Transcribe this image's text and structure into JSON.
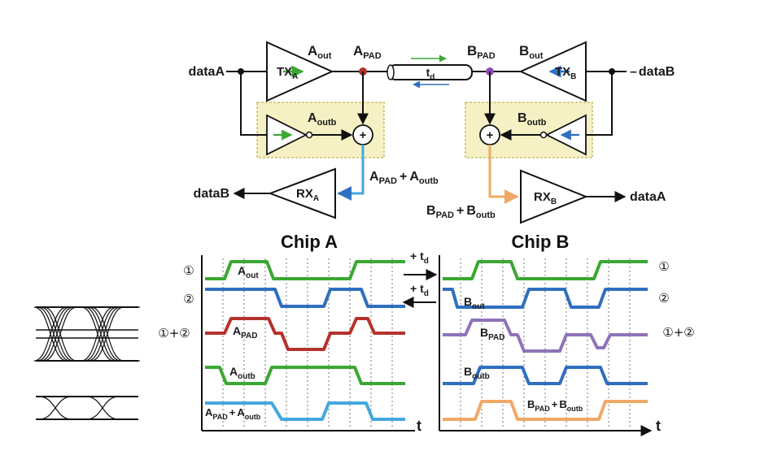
{
  "diagram": {
    "chipA": {
      "label": "Chip A",
      "dataA": "dataA",
      "dataB_out": "dataB",
      "tx": "TX",
      "tx_sub": "A",
      "rx": "RX",
      "rx_sub": "A",
      "aout_main": "A",
      "aout_sub": "out",
      "apad_main": "A",
      "apad_sub": "PAD",
      "aoutb_main": "A",
      "aoutb_sub": "outb",
      "sum_main1": "A",
      "sum_sub1": "PAD",
      "sum_plus": "+",
      "sum_main2": "A",
      "sum_sub2": "outb"
    },
    "chipB": {
      "label": "Chip B",
      "dataB": "dataB",
      "dataA_out": "dataA",
      "tx": "TX",
      "tx_sub": "B",
      "rx": "RX",
      "rx_sub": "B",
      "bout_main": "B",
      "bout_sub": "out",
      "bpad_main": "B",
      "bpad_sub": "PAD",
      "boutb_main": "B",
      "boutb_sub": "outb",
      "sum_main1": "B",
      "sum_sub1": "PAD",
      "sum_plus": "+",
      "sum_main2": "B",
      "sum_sub2": "outb"
    },
    "line": {
      "main": "t",
      "sub": "d"
    },
    "adder_symbol": "+"
  },
  "timing": {
    "rows": [
      {
        "marker": "①",
        "left_main": "A",
        "left_sub": "out",
        "right_main": "",
        "right_sub": "",
        "color": "#3aa832"
      },
      {
        "marker": "②",
        "left_main": "",
        "left_sub": "",
        "right_main": "B",
        "right_sub": "out",
        "color": "#2f6fc0"
      },
      {
        "marker": "①+②",
        "left_main": "A",
        "left_sub": "PAD",
        "right_main": "B",
        "right_sub": "PAD",
        "left_color": "#b5322c",
        "right_color": "#8e73b8"
      },
      {
        "marker": "",
        "left_main": "A",
        "left_sub": "outb",
        "right_main": "B",
        "right_sub": "outb",
        "left_color": "#3aa832",
        "right_color": "#2f6fc0"
      },
      {
        "marker": "",
        "left_main": "A",
        "left_sub": "PAD",
        "left_plus": "+",
        "left_main2": "A",
        "left_sub2": "outb",
        "right_main": "B",
        "right_sub": "PAD",
        "right_plus": "+",
        "right_main2": "B",
        "right_sub2": "outb",
        "left_color": "#45a7e0",
        "right_color": "#f0a866"
      }
    ],
    "delay_label_main": "+ t",
    "delay_label_sub": "d",
    "axis_label": "t",
    "right_markers": [
      "①",
      "②",
      "①+②"
    ]
  },
  "colors": {
    "green": "#3aa832",
    "blue": "#2f6fc0",
    "red": "#b5322c",
    "purple": "#8e73b8",
    "lightblue": "#45a7e0",
    "orange": "#f0a866",
    "box_fill": "#f6f1c4",
    "box_stroke": "#c9bd6a"
  }
}
